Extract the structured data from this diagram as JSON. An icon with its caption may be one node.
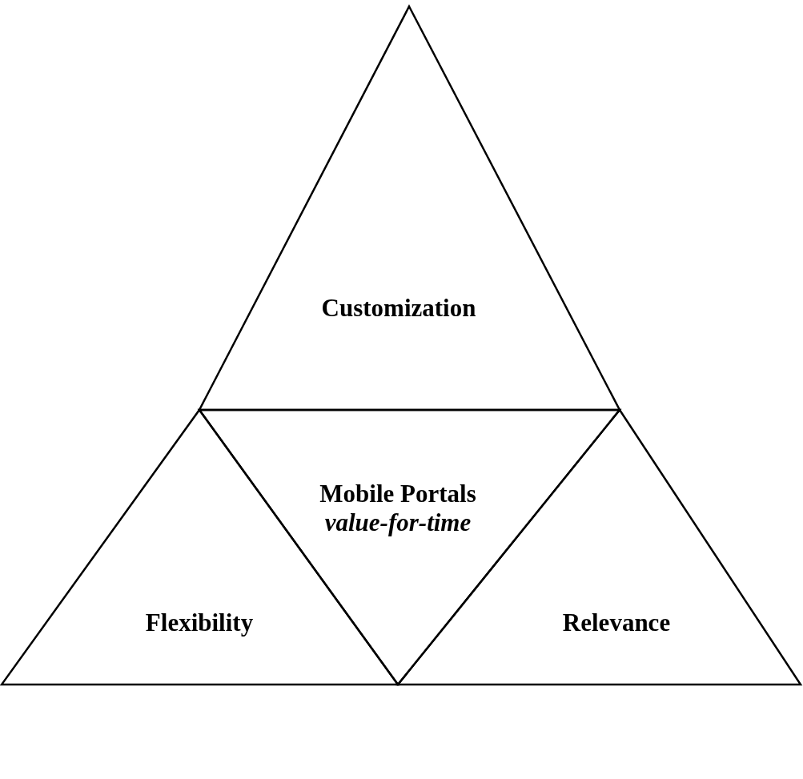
{
  "diagram": {
    "nodes": [
      {
        "text": [
          "Customization"
        ]
      },
      {
        "text": [
          "Mobile Portals",
          "value-for-time"
        ]
      },
      {
        "text": [
          "Flexibility"
        ]
      },
      {
        "text": [
          "Relevance"
        ]
      }
    ]
  }
}
